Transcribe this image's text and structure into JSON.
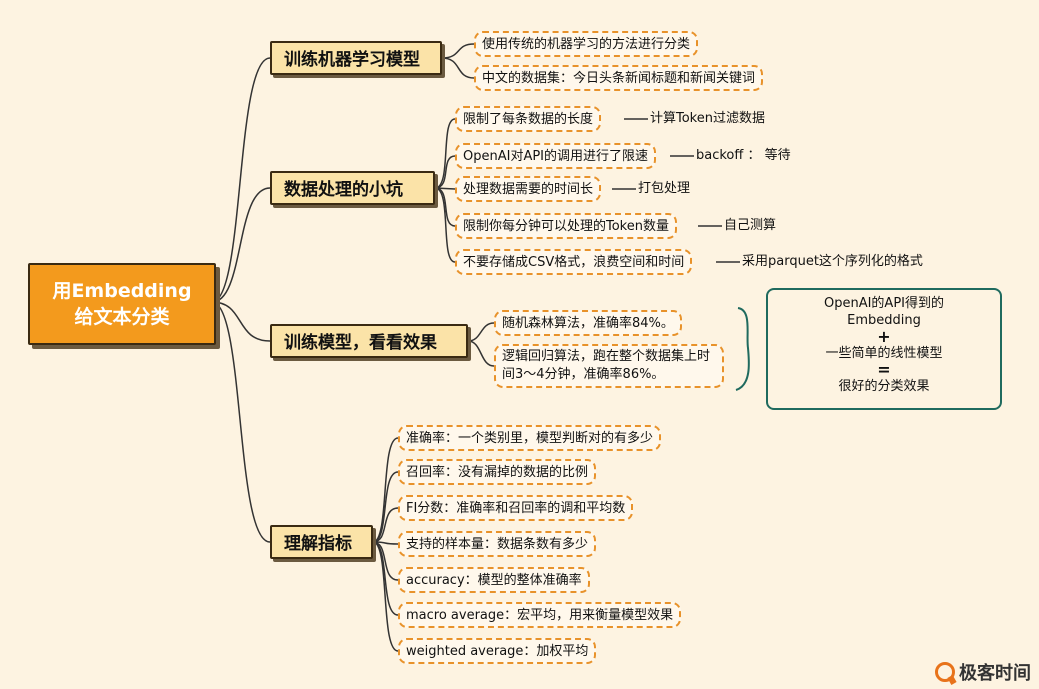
{
  "root": {
    "line1": "用Embedding",
    "line2": "给文本分类"
  },
  "branches": [
    {
      "label": "训练机器学习模型",
      "leaves": [
        {
          "text": "使用传统的机器学习的方法进行分类",
          "note": ""
        },
        {
          "text": "中文的数据集：今日头条新闻标题和新闻关键词",
          "note": ""
        }
      ]
    },
    {
      "label": "数据处理的小坑",
      "leaves": [
        {
          "text": "限制了每条数据的长度",
          "note": "计算Token过滤数据"
        },
        {
          "text": "OpenAI对API的调用进行了限速",
          "note": "backoff ： 等待"
        },
        {
          "text": "处理数据需要的时间长",
          "note": "打包处理"
        },
        {
          "text": "限制你每分钟可以处理的Token数量",
          "note": "自己测算"
        },
        {
          "text": "不要存储成CSV格式，浪费空间和时间",
          "note": "采用parquet这个序列化的格式"
        }
      ]
    },
    {
      "label": "训练模型，看看效果",
      "leaves": [
        {
          "text": "随机森林算法，准确率84%。",
          "note": ""
        },
        {
          "text": "逻辑回归算法，跑在整个数据集上时间3～4分钟，准确率86%。",
          "note": ""
        }
      ]
    },
    {
      "label": "理解指标",
      "leaves": [
        {
          "text": "准确率：一个类别里，模型判断对的有多少",
          "note": ""
        },
        {
          "text": "召回率：没有漏掉的数据的比例",
          "note": ""
        },
        {
          "text": "FI分数：准确率和召回率的调和平均数",
          "note": ""
        },
        {
          "text": "支持的样本量：数据条数有多少",
          "note": ""
        },
        {
          "text": "accuracy：模型的整体准确率",
          "note": ""
        },
        {
          "text": "macro average：宏平均，用来衡量模型效果",
          "note": ""
        },
        {
          "text": "weighted average：加权平均",
          "note": ""
        }
      ]
    }
  ],
  "summary": {
    "line1": "OpenAI的API得到的",
    "line2": "Embedding",
    "plus": "+",
    "line3": "一些简单的线性模型",
    "equals": "=",
    "line4": "很好的分类效果"
  },
  "brand": {
    "name": "极客时间"
  },
  "colors": {
    "root": "#f39a1d",
    "branch": "#fbe3a8",
    "leaf_border": "#e8922a",
    "summary_border": "#1f6a5e",
    "background": "#fdf3e1"
  }
}
